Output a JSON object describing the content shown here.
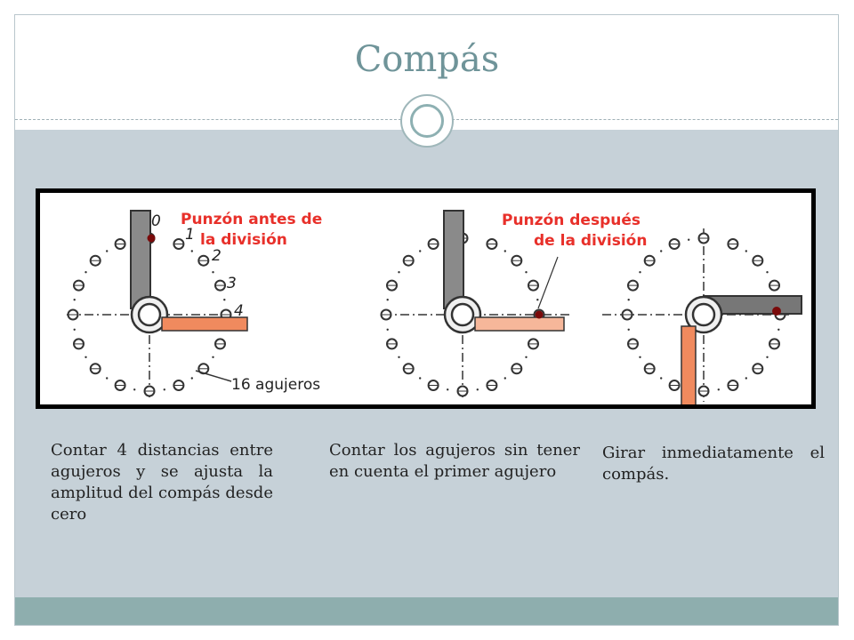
{
  "title": "Compás",
  "figure": {
    "label_punzon_antes": "Punzón antes de",
    "label_la_division_1": "la división",
    "label_punzon_despues": "Punzón después",
    "label_la_division_2": "de la división",
    "numbers": [
      "0",
      "1",
      "2",
      "3",
      "4"
    ],
    "label_agujeros": "16 agujeros"
  },
  "captions": [
    "Contar 4 distancias entre agujeros y se ajusta la amplitud del compás desde cero",
    "Contar los agujeros sin tener en cuenta el primer agujero",
    "Girar inmediatamente el compás."
  ],
  "colors": {
    "accent": "#6f9499",
    "panel": "#c6d1d8",
    "footer": "#8eaeae",
    "label_red": "#e8302a",
    "orange_arm": "#f08a5e"
  }
}
